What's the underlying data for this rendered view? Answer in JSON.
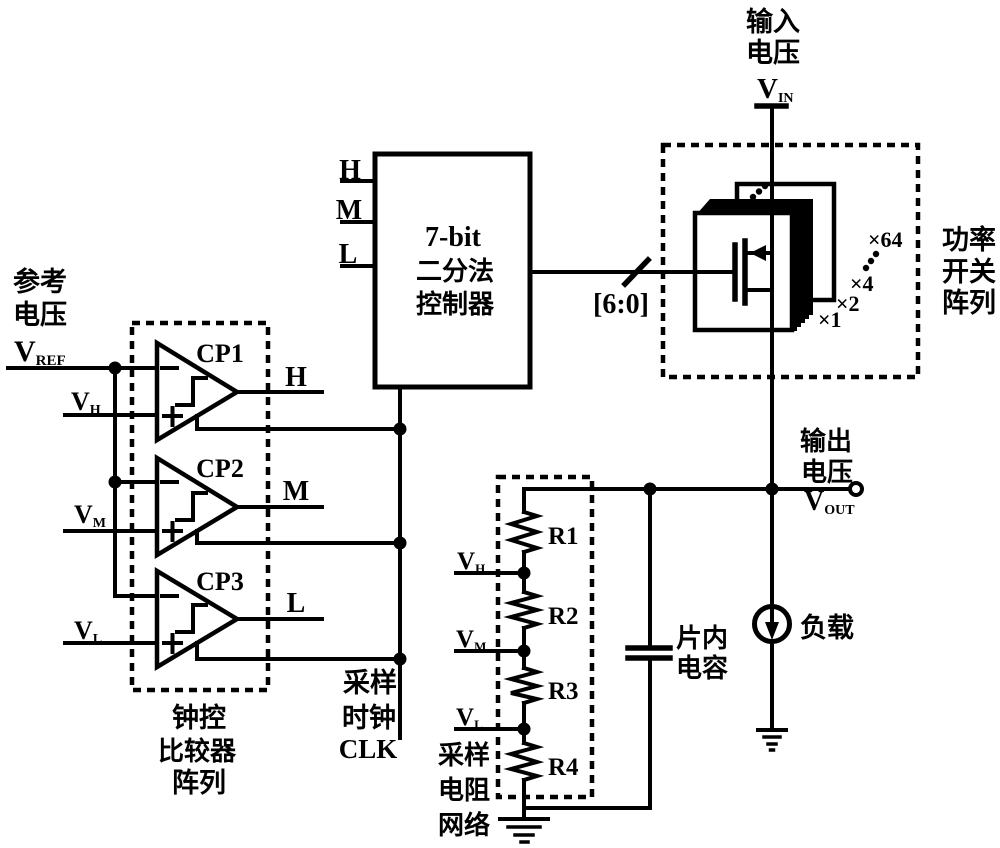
{
  "colors": {
    "ink": "#000000",
    "paper": "#ffffff"
  },
  "ref": {
    "l1": "参考",
    "l2": "电压",
    "v": "V",
    "sub": "REF"
  },
  "cmp": {
    "minus": "−",
    "plus": "+",
    "items": [
      {
        "name": "CP1",
        "out": "H",
        "tapv": "V",
        "tapsub": "H"
      },
      {
        "name": "CP2",
        "out": "M",
        "tapv": "V",
        "tapsub": "M"
      },
      {
        "name": "CP3",
        "out": "L",
        "tapv": "V",
        "tapsub": "L"
      }
    ],
    "label": [
      "钟控",
      "比较器",
      "阵列"
    ]
  },
  "ctrl": {
    "in": [
      "H",
      "M",
      "L"
    ],
    "t1": "7-bit",
    "t2": "二分法",
    "t3": "控制器",
    "bus": "[6:0]"
  },
  "clk": {
    "l1": "采样",
    "l2": "时钟",
    "l3": "CLK"
  },
  "vin": {
    "l1": "输入",
    "l2": "电压",
    "v": "V",
    "sub": "IN"
  },
  "psa": {
    "label": [
      "功率",
      "开关",
      "阵列"
    ],
    "mult": [
      "×64",
      "×4",
      "×2",
      "×1"
    ]
  },
  "vout": {
    "l1": "输出",
    "l2": "电压",
    "v": "V",
    "sub": "OUT"
  },
  "cap": {
    "l1": "片内",
    "l2": "电容"
  },
  "load": {
    "label": "负载"
  },
  "res": {
    "names": [
      "R1",
      "R2",
      "R3",
      "R4"
    ],
    "taps": [
      {
        "v": "V",
        "sub": "H"
      },
      {
        "v": "V",
        "sub": "M"
      },
      {
        "v": "V",
        "sub": "L"
      }
    ],
    "label": [
      "采样",
      "电阻",
      "网络"
    ]
  }
}
